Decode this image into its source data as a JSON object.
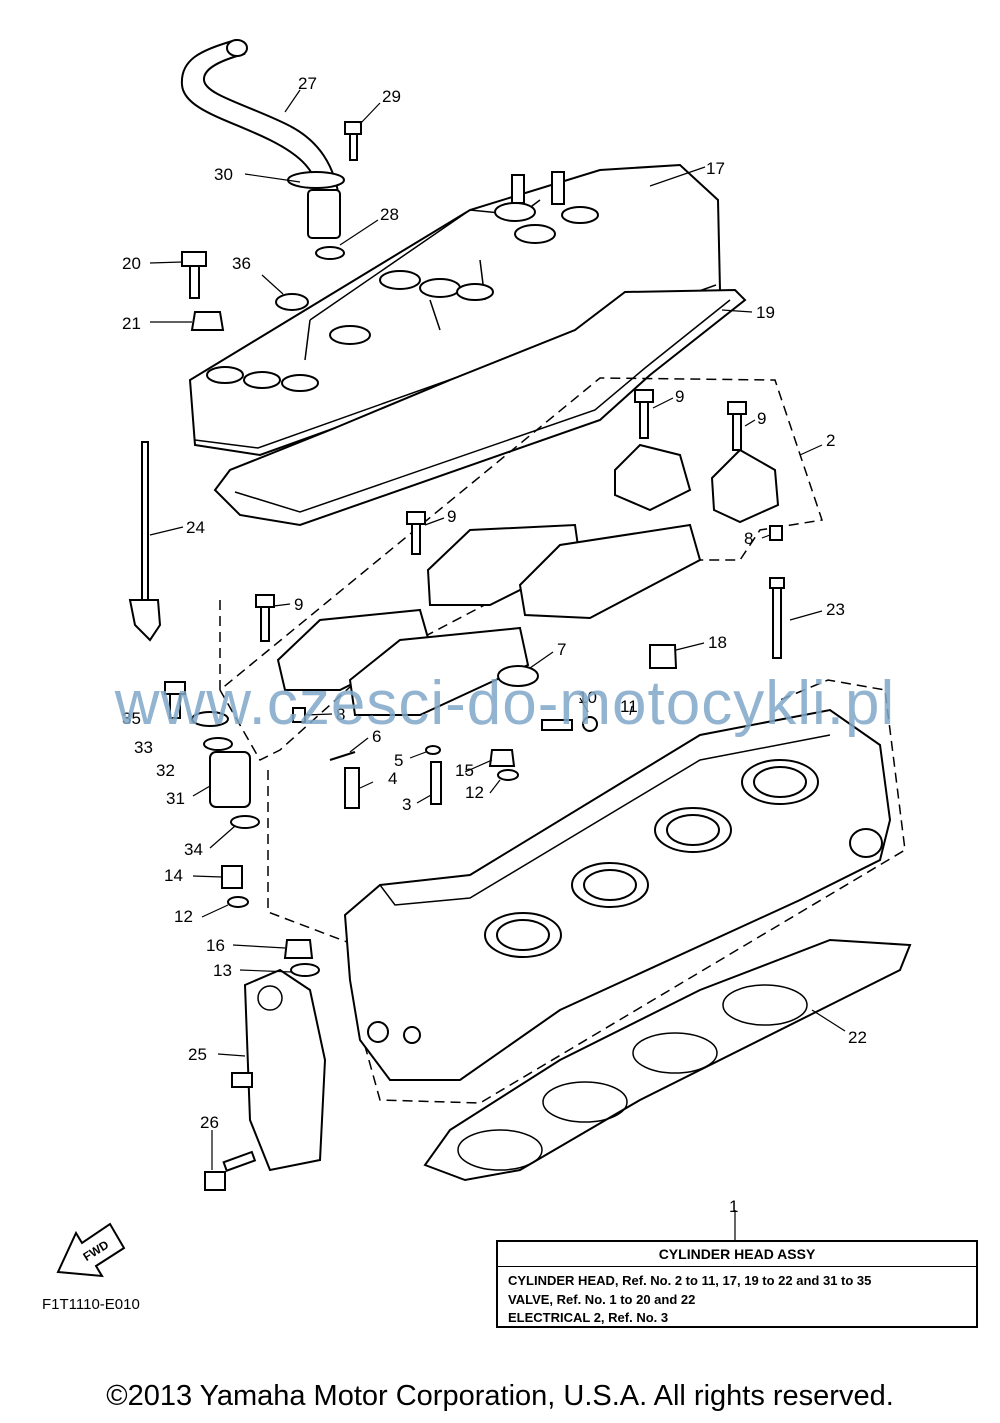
{
  "callouts": [
    {
      "id": "c27",
      "text": "27"
    },
    {
      "id": "c29",
      "text": "29"
    },
    {
      "id": "c30",
      "text": "30"
    },
    {
      "id": "c17",
      "text": "17"
    },
    {
      "id": "c28",
      "text": "28"
    },
    {
      "id": "c20",
      "text": "20"
    },
    {
      "id": "c36",
      "text": "36"
    },
    {
      "id": "c21",
      "text": "21"
    },
    {
      "id": "c19",
      "text": "19"
    },
    {
      "id": "c9a",
      "text": "9"
    },
    {
      "id": "c9b",
      "text": "9"
    },
    {
      "id": "c2",
      "text": "2"
    },
    {
      "id": "c24",
      "text": "24"
    },
    {
      "id": "c9c",
      "text": "9"
    },
    {
      "id": "c8a",
      "text": "8"
    },
    {
      "id": "c9d",
      "text": "9"
    },
    {
      "id": "c23",
      "text": "23"
    },
    {
      "id": "c18",
      "text": "18"
    },
    {
      "id": "c7",
      "text": "7"
    },
    {
      "id": "c35",
      "text": "35"
    },
    {
      "id": "c8b",
      "text": "8"
    },
    {
      "id": "c10",
      "text": "10"
    },
    {
      "id": "c11",
      "text": "11"
    },
    {
      "id": "c33",
      "text": "33"
    },
    {
      "id": "c6",
      "text": "6"
    },
    {
      "id": "c5",
      "text": "5"
    },
    {
      "id": "c32",
      "text": "32"
    },
    {
      "id": "c4",
      "text": "4"
    },
    {
      "id": "c15",
      "text": "15"
    },
    {
      "id": "c31",
      "text": "31"
    },
    {
      "id": "c3",
      "text": "3"
    },
    {
      "id": "c12a",
      "text": "12"
    },
    {
      "id": "c34",
      "text": "34"
    },
    {
      "id": "c14",
      "text": "14"
    },
    {
      "id": "c12b",
      "text": "12"
    },
    {
      "id": "c16",
      "text": "16"
    },
    {
      "id": "c13",
      "text": "13"
    },
    {
      "id": "c22",
      "text": "22"
    },
    {
      "id": "c25",
      "text": "25"
    },
    {
      "id": "c26",
      "text": "26"
    },
    {
      "id": "c1",
      "text": "1"
    }
  ],
  "fwd_label": "FWD",
  "legend": {
    "title": "CYLINDER HEAD ASSY",
    "lines": [
      "CYLINDER HEAD, Ref. No. 2 to 11, 17, 19 to 22 and 31 to 35",
      "VALVE, Ref. No. 1 to 20 and 22",
      "ELECTRICAL 2, Ref. No. 3"
    ]
  },
  "drawing_code": "F1T1110-E010",
  "watermark": "www.czesci-do-motocykli.pl",
  "copyright": "©2013 Yamaha Motor Corporation, U.S.A. All rights reserved.",
  "colors": {
    "line": "#000000",
    "background": "#ffffff",
    "watermark": "#7fa8c8"
  }
}
